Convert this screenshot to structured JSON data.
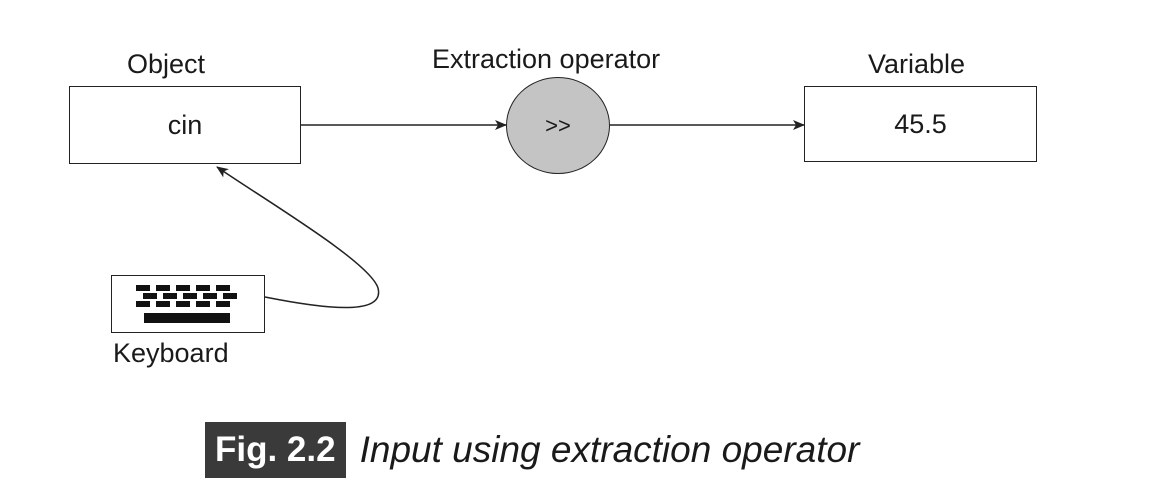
{
  "labels": {
    "object": "Object",
    "operator": "Extraction operator",
    "variable": "Variable",
    "keyboard": "Keyboard"
  },
  "boxes": {
    "object_text": "cin",
    "operator_symbol": ">>",
    "variable_value": "45.5"
  },
  "caption": {
    "tag": "Fig. 2.2",
    "text": "Input using extraction operator"
  },
  "colors": {
    "operator_fill": "#c4c4c4",
    "caption_tag_bg": "#3a3a3a",
    "stroke": "#222222"
  },
  "icons": {
    "keyboard": "keyboard-icon"
  }
}
